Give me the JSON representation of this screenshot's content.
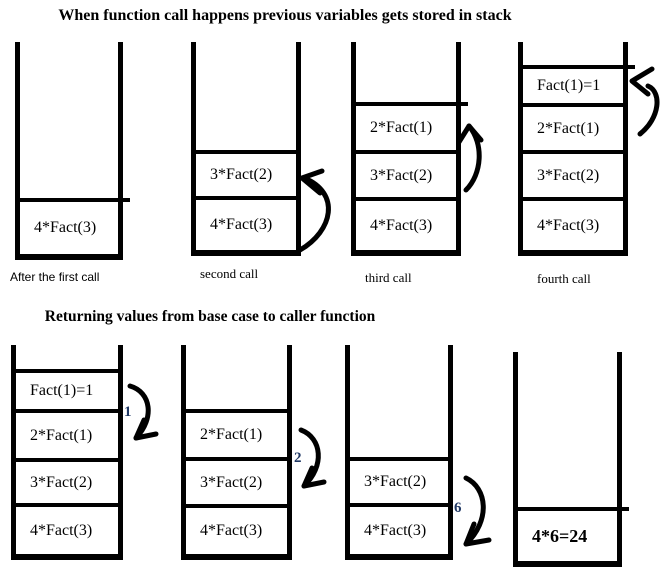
{
  "title_top": "When function call happens previous variables gets stored in stack",
  "title_bottom": "Returning values from base case to caller function",
  "colors": {
    "ink": "#000000",
    "return_label": "#203864"
  },
  "top_row": {
    "stacks": [
      {
        "caption": "After the first call",
        "cells": [
          "4*Fact(3)"
        ]
      },
      {
        "caption": "second call",
        "cells": [
          "3*Fact(2)",
          "4*Fact(3)"
        ]
      },
      {
        "caption": "third call",
        "cells": [
          "2*Fact(1)",
          "3*Fact(2)",
          "4*Fact(3)"
        ]
      },
      {
        "caption": "fourth call",
        "cells": [
          "Fact(1)=1",
          "2*Fact(1)",
          "3*Fact(2)",
          "4*Fact(3)"
        ]
      }
    ]
  },
  "bottom_row": {
    "stacks": [
      {
        "cells": [
          "Fact(1)=1",
          "2*Fact(1)",
          "3*Fact(2)",
          "4*Fact(3)"
        ],
        "return_label": "1"
      },
      {
        "cells": [
          "2*Fact(1)",
          "3*Fact(2)",
          "4*Fact(3)"
        ],
        "return_label": "2"
      },
      {
        "cells": [
          "3*Fact(2)",
          "4*Fact(3)"
        ],
        "return_label": "6"
      },
      {
        "cells": [
          "4*6=24"
        ]
      }
    ]
  }
}
